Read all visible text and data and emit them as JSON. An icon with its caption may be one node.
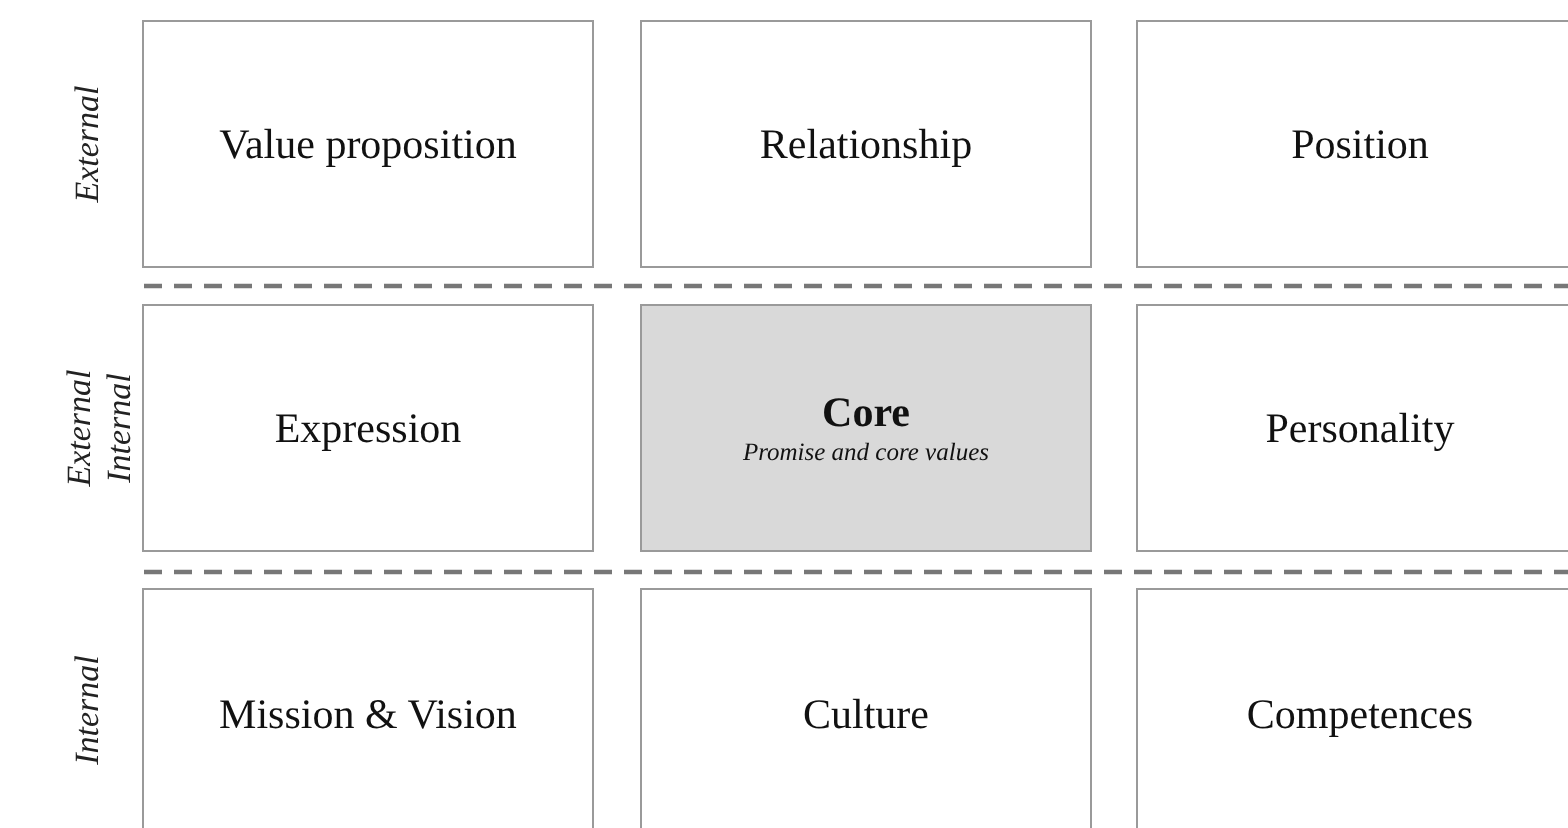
{
  "diagram": {
    "nodes": [
      {
        "text": [
          "Value proposition"
        ]
      },
      {
        "text": [
          "Relationship"
        ]
      },
      {
        "text": [
          "Position"
        ]
      },
      {
        "text": [
          "Expression"
        ]
      },
      {
        "text": [
          "Core",
          "Promise and core values"
        ]
      },
      {
        "text": [
          "Personality"
        ]
      },
      {
        "text": [
          "Mission & Vision"
        ]
      },
      {
        "text": [
          "Culture"
        ]
      },
      {
        "text": [
          "Competences"
        ]
      }
    ],
    "labels": [
      "External",
      "External",
      "Internal",
      "Internal"
    ]
  }
}
